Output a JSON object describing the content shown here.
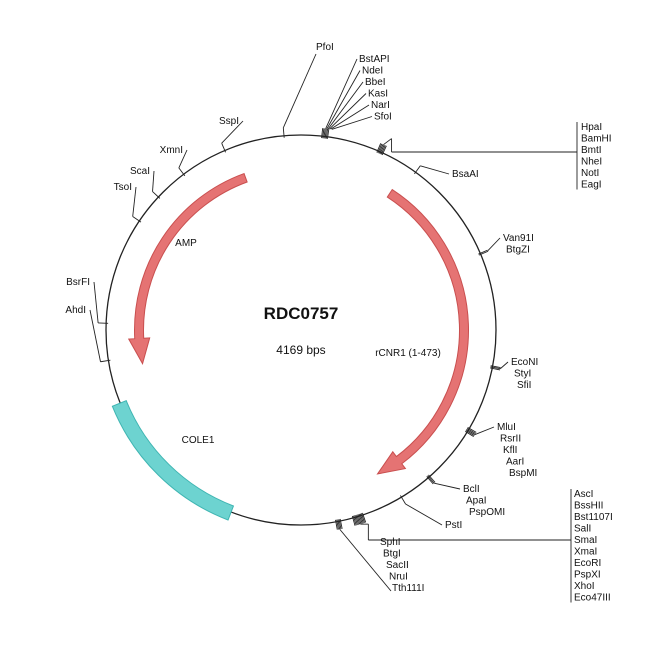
{
  "plasmid": {
    "name": "RDC0757",
    "size_label": "4169 bps",
    "length_bp": 4169
  },
  "colors": {
    "backbone": "#222222",
    "feature_red": "#e57373",
    "feature_red_stroke": "#c94f4f",
    "feature_teal": "#6dd3d0",
    "feature_teal_stroke": "#3fb5b2",
    "text": "#111111"
  },
  "features": [
    {
      "id": "amp",
      "label": "AMP",
      "type": "arrow",
      "color": "feature_red",
      "from_deg": -20,
      "to_deg": -102,
      "direction": "ccw"
    },
    {
      "id": "rcnr1",
      "label": "rCNR1 (1-473)",
      "type": "arrow",
      "color": "feature_red",
      "from_deg": 33,
      "to_deg": 152,
      "direction": "cw"
    },
    {
      "id": "cole1",
      "label": "COLE1",
      "type": "block",
      "color": "feature_teal",
      "from_deg": 201,
      "to_deg": 248
    }
  ],
  "sites": [
    {
      "names": [
        "PfoI"
      ],
      "angle_deg": 355
    },
    {
      "names": [
        "BstAPI",
        "NdeI",
        "BbeI",
        "KasI",
        "NarI",
        "SfoI"
      ],
      "angle_deg": 7
    },
    {
      "names": [
        "HpaI",
        "BamHI",
        "BmtI",
        "NheI",
        "NotI",
        "EagI"
      ],
      "angle_deg": 24
    },
    {
      "names": [
        "BsaAI"
      ],
      "angle_deg": 36
    },
    {
      "names": [
        "Van91I",
        "BtgZI"
      ],
      "angle_deg": 67
    },
    {
      "names": [
        "EcoNI",
        "StyI",
        "SfiI"
      ],
      "angle_deg": 101
    },
    {
      "names": [
        "MluI",
        "RsrII",
        "KflI",
        "AarI",
        "BspMI"
      ],
      "angle_deg": 121
    },
    {
      "names": [
        "BclI",
        "ApaI",
        "PspOMI"
      ],
      "angle_deg": 139
    },
    {
      "names": [
        "PstI"
      ],
      "angle_deg": 149
    },
    {
      "names": [
        "AscI",
        "BssHII",
        "Bst1107I",
        "SalI",
        "SmaI",
        "XmaI",
        "EcoRI",
        "PspXI",
        "XhoI",
        "Eco47III"
      ],
      "angle_deg": 163
    },
    {
      "names": [
        "SphI",
        "BtgI",
        "SacII",
        "NruI",
        "Tth111I"
      ],
      "angle_deg": 169
    },
    {
      "names": [
        "AhdI"
      ],
      "angle_deg": 261
    },
    {
      "names": [
        "BsrFI"
      ],
      "angle_deg": 272
    },
    {
      "names": [
        "TsoI"
      ],
      "angle_deg": 304
    },
    {
      "names": [
        "ScaI"
      ],
      "angle_deg": 313
    },
    {
      "names": [
        "XmnI"
      ],
      "angle_deg": 323
    },
    {
      "names": [
        "SspI"
      ],
      "angle_deg": 337
    }
  ]
}
